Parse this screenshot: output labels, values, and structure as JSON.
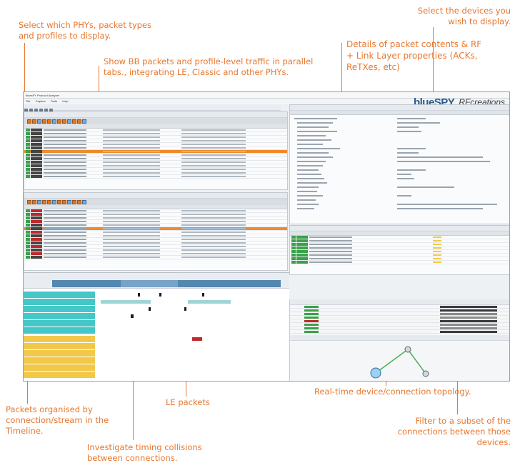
{
  "annotations": {
    "select_phys": "Select which PHYs, packet types and profiles to display.",
    "select_devices": "Select the devices you wish to display.",
    "bb_packets": "Show BB packets and profile-level traffic in parallel tabs., integrating LE, Classic and other PHYs.",
    "details": "Details of packet contents & RF + Link Layer properties (ACKs, ReTXes, etc)",
    "le_packets": "LE packets",
    "timeline": "Packets organised by connection/stream in the Timeline.",
    "timing": "Investigate timing collisions between connections.",
    "topology": "Real-time device/connection topology.",
    "filter": "Filter to a subset of the connections between those devices."
  },
  "app": {
    "window_title": "bluesPY Protocol Analyzer",
    "brand_left": "blueSPY",
    "brand_right": "RFcreations",
    "menu": [
      "File",
      "Capture",
      "Tools",
      "Help"
    ]
  },
  "colors": {
    "accent": "#e8772e",
    "selected_row": "#ef8a2b",
    "brand_blue": "#2a5b8a"
  }
}
